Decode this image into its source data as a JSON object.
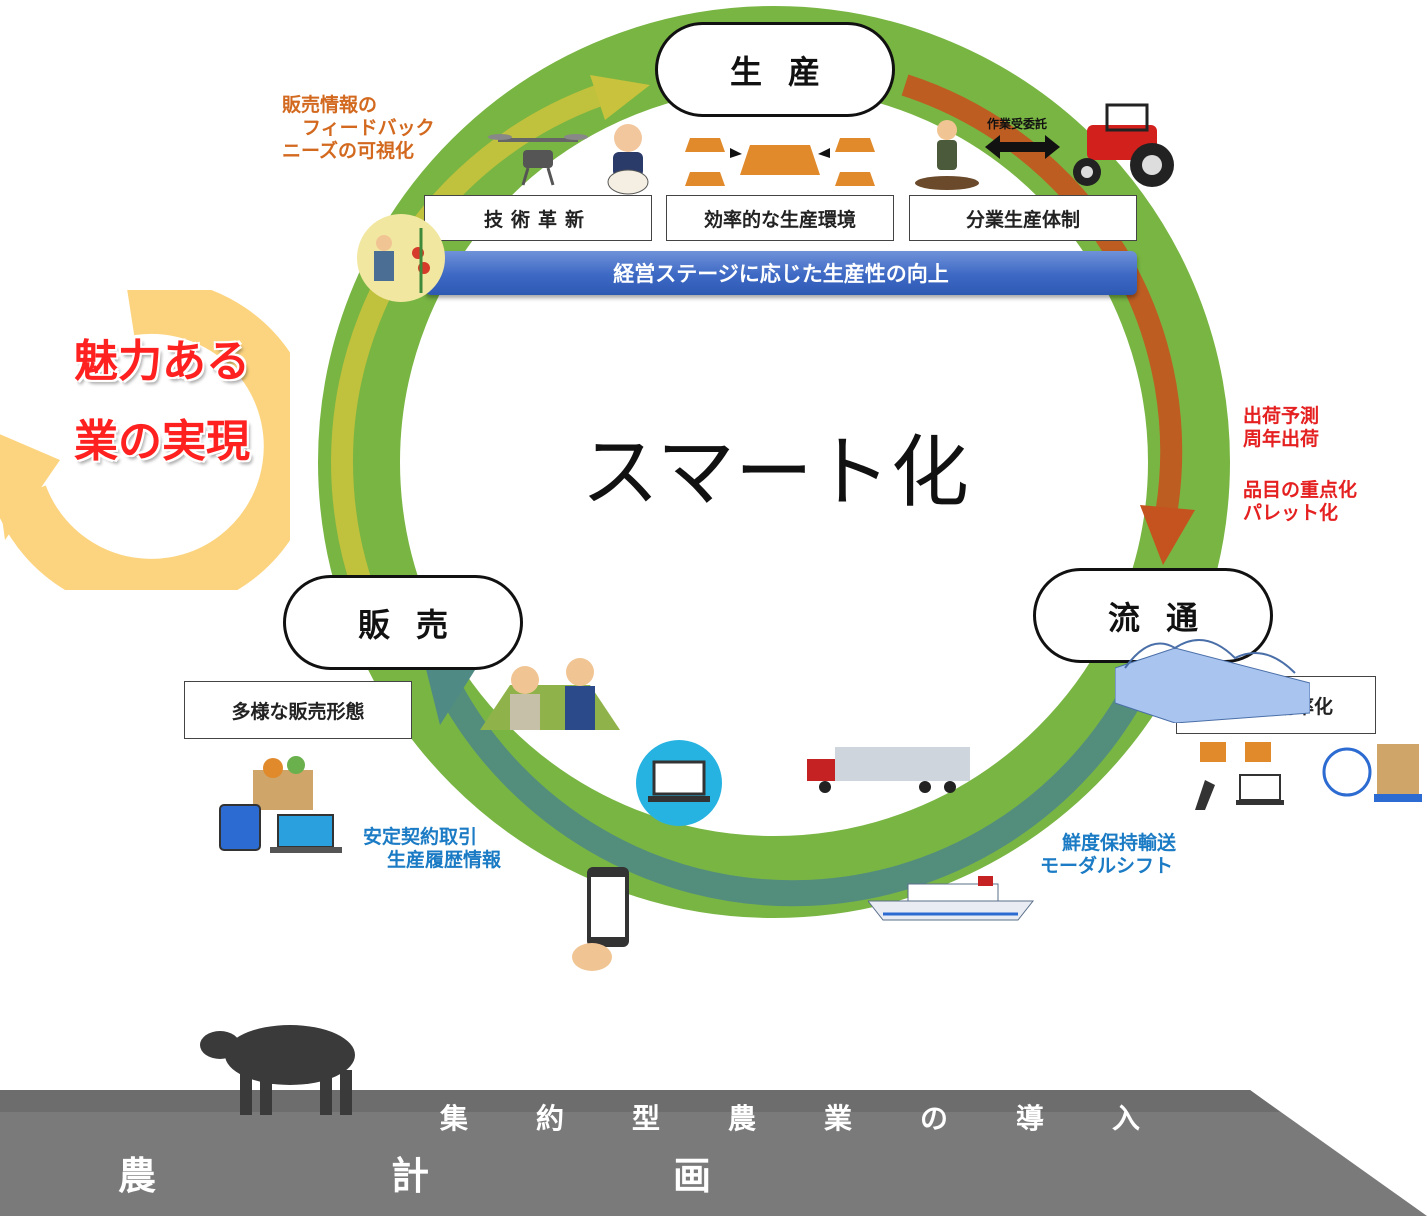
{
  "stages": {
    "production": "生産",
    "distribution": "流通",
    "sales": "販売"
  },
  "production_boxes": [
    "技術革新",
    "効率的な生産環境",
    "分業生産体制"
  ],
  "production_banner": "経営ステージに応じた生産性の向上",
  "contract_label": "作業受委託",
  "distribution_box": "物流の効率化",
  "sales_box": "多様な販売形態",
  "center_title": "スマート化",
  "slogan": {
    "line1": "魅力ある",
    "line2": "業の実現"
  },
  "notes": {
    "feedback": [
      "販売情報の",
      "フィードバック",
      "ニーズの可視化"
    ],
    "shipping": [
      "出荷予測",
      "周年出荷"
    ],
    "priority": [
      "品目の重点化",
      "パレット化"
    ],
    "transport": [
      "鮮度保持輸送",
      "モーダルシフト"
    ],
    "contract": [
      "安定契約取引",
      "生産履歴情報"
    ]
  },
  "footer": {
    "intensive": [
      "集",
      "約",
      "型",
      "農",
      "業",
      "の",
      "導",
      "入"
    ],
    "plan": [
      "農",
      "計",
      "画"
    ]
  },
  "colors": {
    "ring_green": "#79b543",
    "arrow_red": "#c4531f",
    "arrow_yellow": "#c8c23c",
    "arrow_teal": "#4f8a84",
    "orange_cycle": "#fcd47f",
    "slogan_red": "#ff2020",
    "banner_blue": "#3d68c4",
    "footer_gray": "#7a7a7a"
  }
}
